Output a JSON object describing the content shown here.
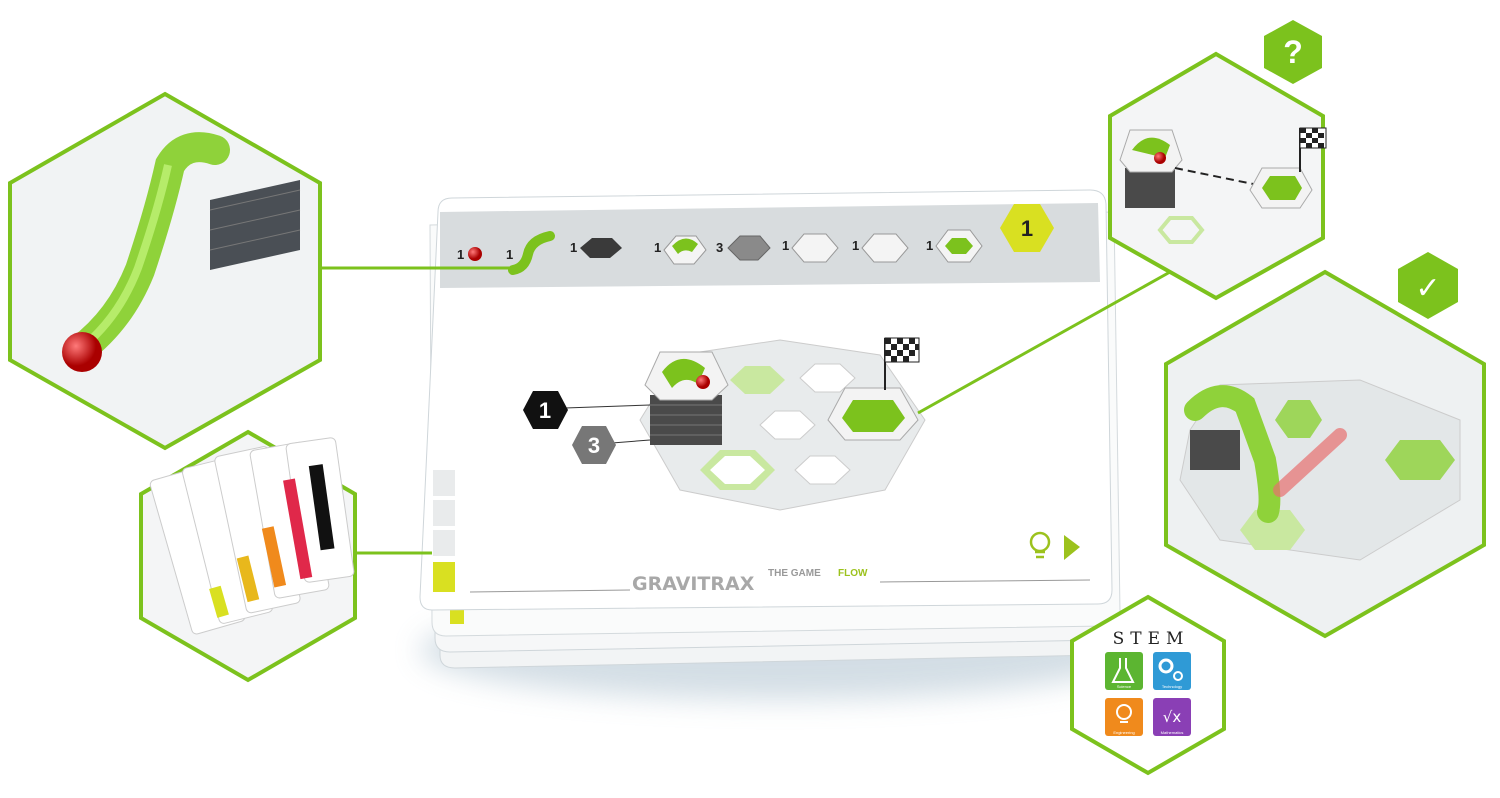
{
  "card": {
    "level_badge": "1",
    "parts": [
      {
        "count": "1",
        "icon": "marble-icon"
      },
      {
        "count": "1",
        "icon": "tube-icon"
      },
      {
        "count": "1",
        "icon": "dark-height-tile-icon"
      },
      {
        "count": "1",
        "icon": "launcher-tile-icon"
      },
      {
        "count": "3",
        "icon": "gray-height-tile-icon"
      },
      {
        "count": "1",
        "icon": "curve-tile-icon"
      },
      {
        "count": "1",
        "icon": "junction-tile-icon"
      },
      {
        "count": "1",
        "icon": "landing-tile-icon"
      }
    ],
    "stack_labels": [
      "1",
      "3"
    ],
    "brand": "GRAVITRAX",
    "tagline_prefix": "THE GAME",
    "tagline_accent": "FLOW"
  },
  "badges": {
    "question": "?",
    "check": "✓"
  },
  "stem": {
    "title": "STEM",
    "tiles": [
      {
        "label": "Science",
        "color": "#5cb531"
      },
      {
        "label": "Technology",
        "color": "#2f9ad6"
      },
      {
        "label": "Engineering",
        "color": "#f08a1c"
      },
      {
        "label": "Mathematics",
        "color": "#8a3fb5"
      }
    ]
  },
  "colors": {
    "accent": "#7cc21d",
    "badge_yellow": "#d9e021",
    "marble": "#c0141c"
  }
}
